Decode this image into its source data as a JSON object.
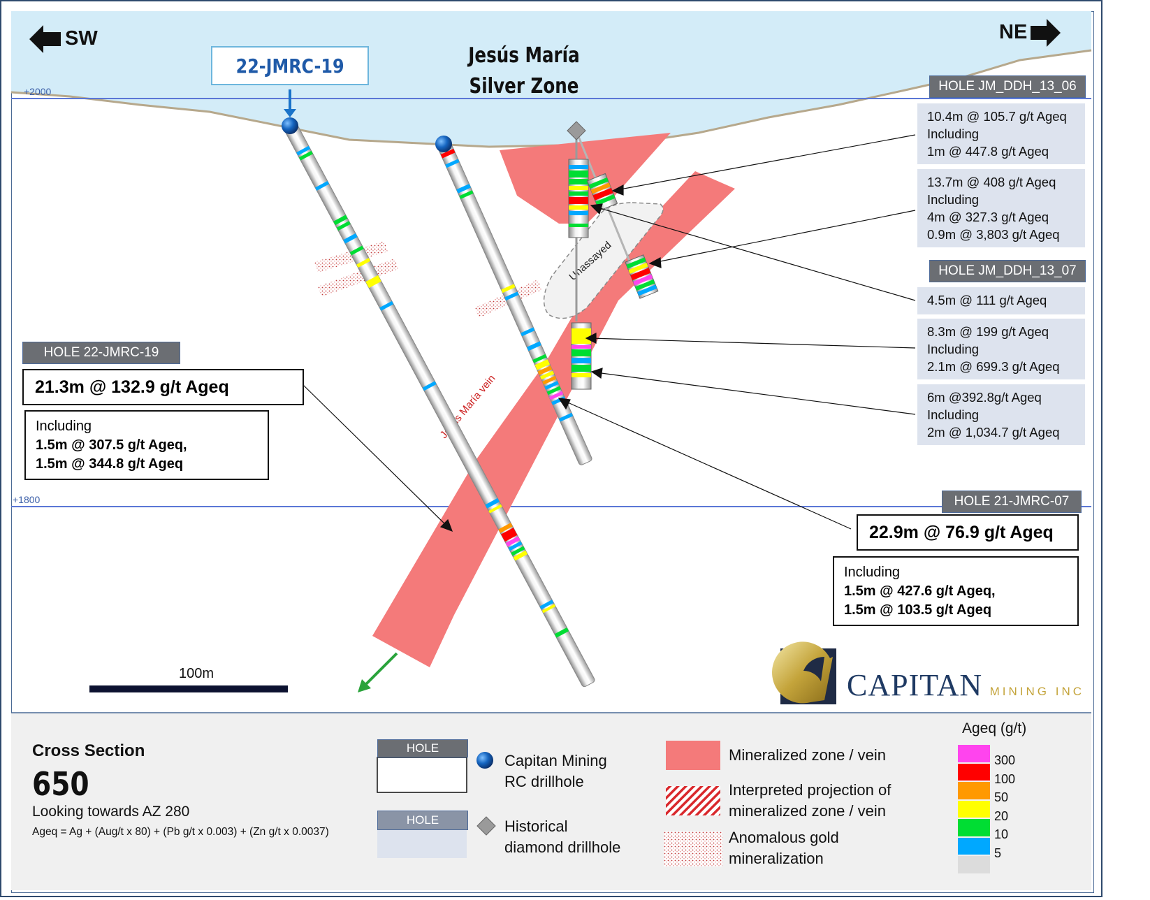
{
  "title": {
    "line1": "Jesús María",
    "line2": "Silver Zone"
  },
  "directions": {
    "left": "SW",
    "right": "NE"
  },
  "collar_label": "22-JMRC-19",
  "elevations": {
    "upper": "+2000",
    "lower": "+1800"
  },
  "vein_label": "Jesús María vein",
  "unassayed_label": "Unassayed",
  "holes": {
    "jm_ddh_13_06": {
      "label": "HOLE JM_DDH_13_06",
      "results": [
        [
          "10.4m @ 105.7 g/t Ageq",
          "Including",
          "1m @ 447.8 g/t Ageq"
        ],
        [
          "13.7m @ 408 g/t Ageq",
          "Including",
          "4m @ 327.3 g/t Ageq",
          "0.9m @ 3,803 g/t Ageq"
        ]
      ]
    },
    "jm_ddh_13_07": {
      "label": "HOLE JM_DDH_13_07",
      "results": [
        [
          "4.5m @ 111 g/t Ageq"
        ],
        [
          "8.3m @ 199 g/t Ageq",
          "Including",
          "2.1m @ 699.3 g/t Ageq"
        ],
        [
          "6m @392.8g/t Ageq",
          "Including",
          "2m @ 1,034.7 g/t Ageq"
        ]
      ]
    },
    "jmrc_19": {
      "label": "HOLE 22-JMRC-19",
      "headline": "21.3m @ 132.9 g/t Ageq",
      "including": "Including",
      "lines": [
        "1.5m @ 307.5 g/t Ageq,",
        "1.5m @ 344.8 g/t Ageq"
      ]
    },
    "jmrc_07": {
      "label": "HOLE 21-JMRC-07",
      "headline": "22.9m @ 76.9 g/t Ageq",
      "including": "Including",
      "lines": [
        "1.5m @ 427.6 g/t Ageq,",
        "1.5m @ 103.5 g/t Ageq"
      ]
    }
  },
  "scale_bar": {
    "label": "100m"
  },
  "logo": {
    "name": "CAPITAN",
    "suffix": "MINING INC"
  },
  "legend": {
    "cross_section_label": "Cross Section",
    "section_number": "650",
    "looking": "Looking towards AZ 280",
    "formula": "Ageq = Ag + (Aug/t x 80) + (Pb g/t x 0.003) + (Zn g/t x 0.0037)",
    "hole_box_label": "HOLE",
    "capitan_rc": [
      "Capitan Mining",
      "RC drillhole"
    ],
    "historical": [
      "Historical",
      "diamond drillhole"
    ],
    "mineralized": "Mineralized zone / vein",
    "interpreted": [
      "Interpreted projection of",
      "mineralized zone / vein"
    ],
    "anomalous": [
      "Anomalous gold",
      "mineralization"
    ],
    "grade_title": "Ageq (g/t)",
    "grade_scale": [
      {
        "value": "300",
        "color": "#ff44ee"
      },
      {
        "value": "100",
        "color": "#ff0000"
      },
      {
        "value": "50",
        "color": "#ff9900"
      },
      {
        "value": "20",
        "color": "#ffff00"
      },
      {
        "value": "10",
        "color": "#00dd33"
      },
      {
        "value": "5",
        "color": "#00a8ff"
      },
      {
        "value": "",
        "color": "#dcdcdc"
      }
    ]
  },
  "colors": {
    "sky": "#d3ecf8",
    "vein": "#f47a7a",
    "level_line": "#5b77d6",
    "hole_tag": "#6b6e73",
    "result_box": "#dde3ee",
    "legend_bg": "#f0f0f0"
  }
}
